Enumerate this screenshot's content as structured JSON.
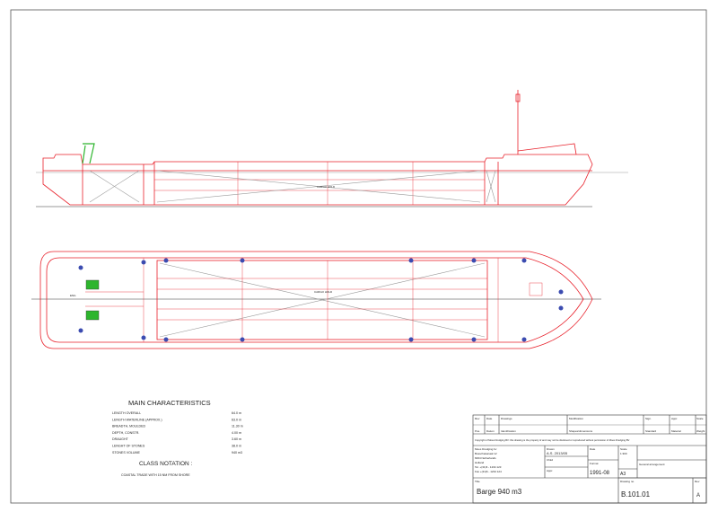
{
  "drawing": {
    "side_view_label": "CARGO HOLD",
    "plan_view_label": "CARGO HOLD",
    "plan_aft_label": "ENG"
  },
  "characteristics": {
    "title": "MAIN CHARACTERISTICS",
    "rows": [
      {
        "label": "LENGTH OVERALL",
        "value": "64.0 m"
      },
      {
        "label": "LENGTH WATERLINE (APPROX.)",
        "value": "63.0 m"
      },
      {
        "label": "BREADTH, MOULDED",
        "value": "11.30 m"
      },
      {
        "label": "DEPTH, CONSTR.",
        "value": "4.00 m"
      },
      {
        "label": "DRAUGHT",
        "value": "3.60 m"
      },
      {
        "label": "LENGHT OF STONES",
        "value": "38.0 m"
      },
      {
        "label": "STONES VOLUME",
        "value": "940 m3"
      }
    ],
    "class_title": "CLASS NOTATION :",
    "class_text": "COASTAL TRADE WITH 15 NM FROM SHORE"
  },
  "title_block": {
    "h1": [
      "Rev",
      "Date",
      "Drawings",
      "Modification",
      "Sign.",
      "Appr.",
      "Scale"
    ],
    "h2": [
      "Pos.",
      "Datum",
      "Identification",
      "Shapes/dimensions",
      "Standard",
      "Material",
      "Weight"
    ],
    "copyright": "Copyright of Moes Dredging BV: this drawing is the property of and may not be disclosed or reproduced without permission of Moes Dredging BV",
    "company": [
      "Moes Dredging bv",
      "Bosschekanaal 12",
      "6004 Netherlands",
      "Holland",
      "Tel. +(31)6 - 1234 123",
      "Fax +(31)6 - 1234 124"
    ],
    "drawn_label": "Drawn",
    "drawn_value": "A.S. 2013/05",
    "checked_label": "Chkd",
    "approved_label": "Appr.",
    "date_label": "Date",
    "date_value": "1991-08",
    "format_label": "Format",
    "format_value": "A3",
    "scale_label": "Scale",
    "scale_value": "1:300",
    "desc_label": "General arrangement",
    "title_label": "Title",
    "title_value": "Barge 940 m3",
    "number_label": "Drawing no.",
    "number_value": "B.101.01",
    "rev_label": "Rev",
    "rev_value": "A"
  }
}
